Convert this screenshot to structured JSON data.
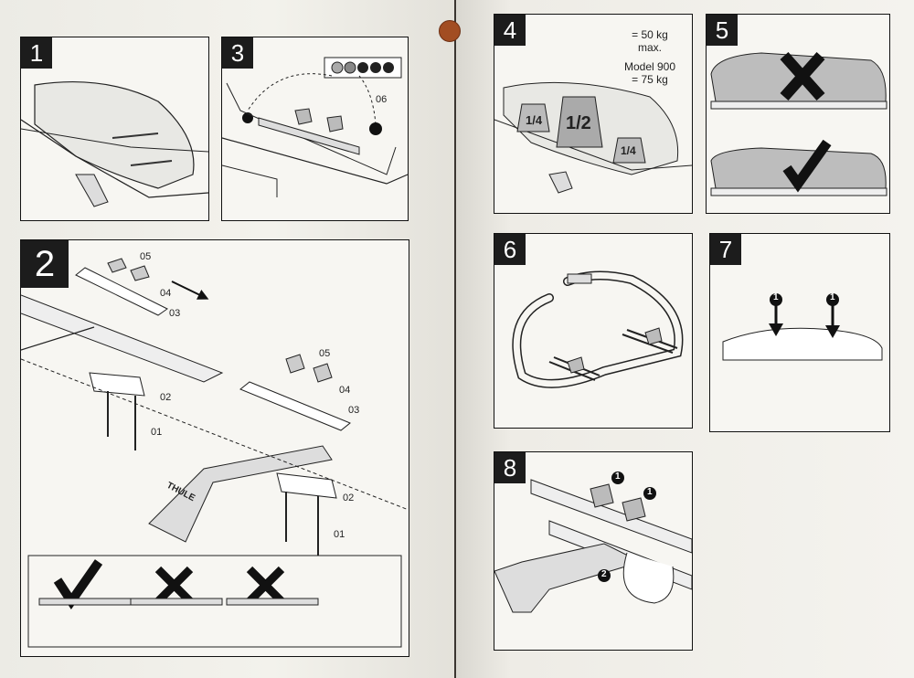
{
  "panels": {
    "p1": {
      "number": "1"
    },
    "p2": {
      "number": "2",
      "parts": [
        "05",
        "04",
        "03",
        "02",
        "01"
      ],
      "brand": "THULE"
    },
    "p3": {
      "number": "3",
      "part": "06"
    },
    "p4": {
      "number": "4",
      "load_line1": "= 50 kg",
      "load_line2": "max.",
      "model_line1": "Model 900",
      "model_line2": "= 75 kg",
      "weights": [
        "1/4",
        "1/2",
        "1/4"
      ]
    },
    "p5": {
      "number": "5"
    },
    "p6": {
      "number": "6"
    },
    "p7": {
      "number": "7",
      "marker": "1"
    },
    "p8": {
      "number": "8",
      "step1": "1",
      "step2": "2"
    }
  },
  "colors": {
    "ink": "#111111",
    "paper": "#f1efe9",
    "accent_hole": "#a24d22"
  }
}
